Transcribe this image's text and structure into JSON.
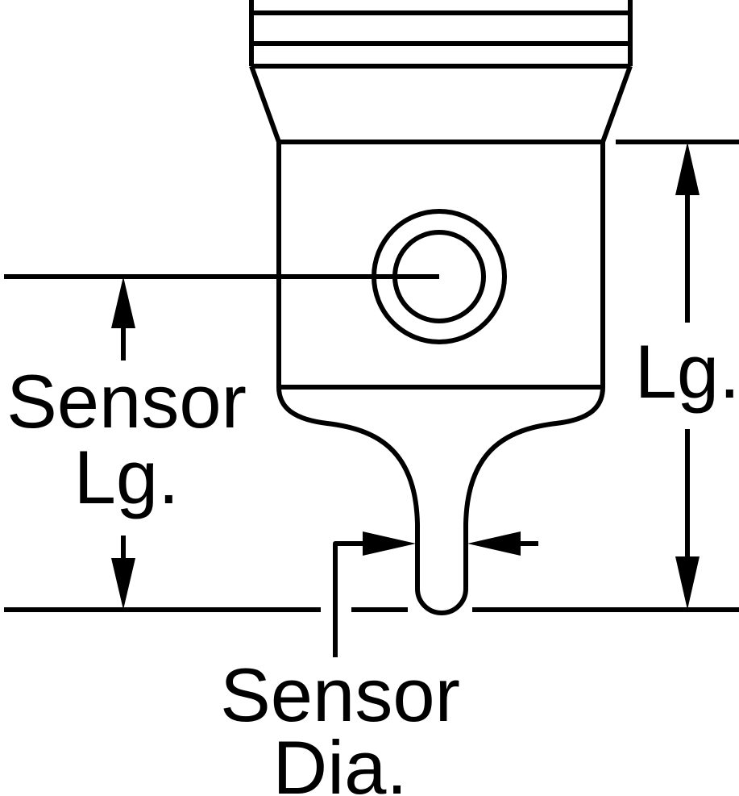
{
  "labels": {
    "sensor_length": [
      "Sensor",
      "Lg."
    ],
    "overall_length": "Lg.",
    "sensor_diameter": [
      "Sensor",
      "Dia."
    ]
  },
  "colors": {
    "line": "#000000",
    "background": "#ffffff"
  }
}
